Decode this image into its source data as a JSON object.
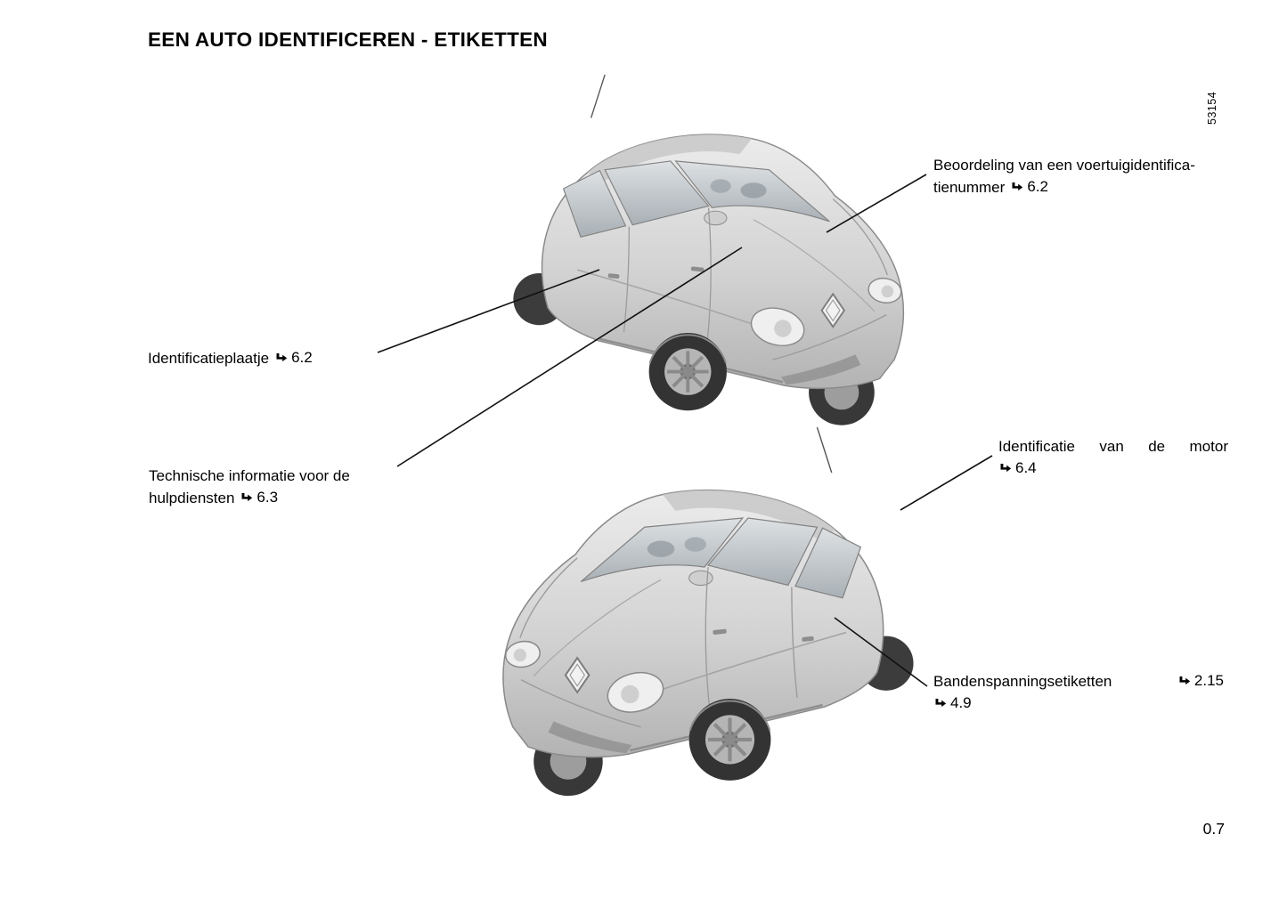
{
  "page": {
    "title": "EEN AUTO IDENTIFICEREN - ETIKETTEN",
    "figure_number": "53154",
    "page_number": "0.7"
  },
  "colors": {
    "text": "#000000",
    "line": "#111111",
    "car_body_light": "#ececec",
    "car_body_dark": "#b3b3b3",
    "glass": "#a9b0b5"
  },
  "icons": {
    "page_ref_arrow": "arrow-right-with-tail"
  },
  "callouts": {
    "vin": {
      "line1": "Beoordeling van een voertuigidentifica-",
      "line2": "tienummer",
      "ref": "6.2"
    },
    "plate": {
      "text": "Identificatieplaatje",
      "ref": "6.2"
    },
    "tech": {
      "line1": "Technische informatie voor de",
      "line2": "hulpdiensten",
      "ref": "6.3"
    },
    "engine": {
      "line1": "Identificatie van de motor",
      "ref": "6.4"
    },
    "tyre": {
      "line1": "Bandenspanningsetiketten",
      "ref1": "2.15",
      "ref2": "4.9"
    }
  }
}
